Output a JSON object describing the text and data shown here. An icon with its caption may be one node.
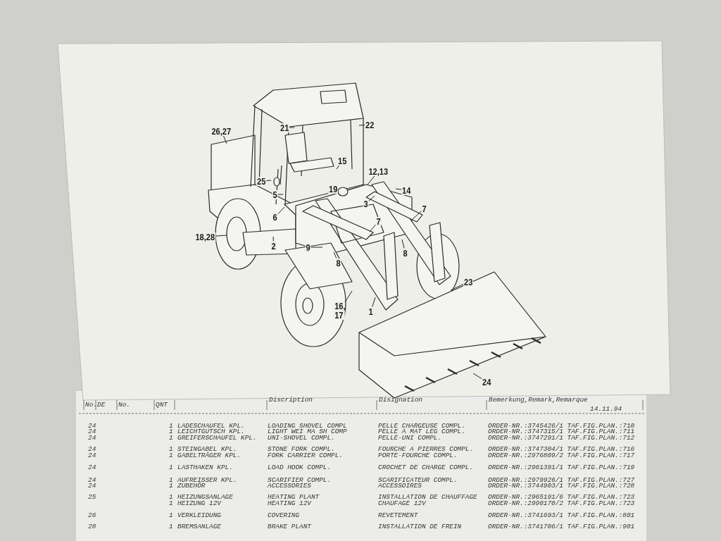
{
  "diagram": {
    "nodes": [
      {
        "text": [
          "26,27"
        ]
      },
      {
        "text": [
          "21"
        ]
      },
      {
        "text": [
          "22"
        ]
      },
      {
        "text": [
          "15"
        ]
      },
      {
        "text": [
          "12,13"
        ]
      },
      {
        "text": [
          "25"
        ]
      },
      {
        "text": [
          "19"
        ]
      },
      {
        "text": [
          "14"
        ]
      },
      {
        "text": [
          "5"
        ]
      },
      {
        "text": [
          "3"
        ]
      },
      {
        "text": [
          "7"
        ]
      },
      {
        "text": [
          "6"
        ]
      },
      {
        "text": [
          "7"
        ]
      },
      {
        "text": [
          "18,28"
        ]
      },
      {
        "text": [
          "2"
        ]
      },
      {
        "text": [
          "9"
        ]
      },
      {
        "text": [
          "8"
        ]
      },
      {
        "text": [
          "8"
        ]
      },
      {
        "text": [
          "23"
        ]
      },
      {
        "text": [
          "16, 17"
        ]
      },
      {
        "text": [
          "1"
        ]
      },
      {
        "text": [
          "24"
        ]
      }
    ],
    "edges": [
      {
        "from": 0,
        "to": null,
        "arrow": "none"
      },
      {
        "from": 1,
        "to": null,
        "arrow": "none"
      },
      {
        "from": 2,
        "to": null,
        "arrow": "none"
      },
      {
        "from": 3,
        "to": null,
        "arrow": "none"
      },
      {
        "from": 4,
        "to": null,
        "arrow": "none"
      },
      {
        "from": 5,
        "to": null,
        "arrow": "none"
      },
      {
        "from": 6,
        "to": null,
        "arrow": "none"
      },
      {
        "from": 7,
        "to": null,
        "arrow": "none"
      },
      {
        "from": 8,
        "to": null,
        "arrow": "none"
      },
      {
        "from": 9,
        "to": null,
        "arrow": "none"
      },
      {
        "from": 10,
        "to": null,
        "arrow": "none"
      },
      {
        "from": 11,
        "to": null,
        "arrow": "none"
      },
      {
        "from": 12,
        "to": null,
        "arrow": "none"
      },
      {
        "from": 13,
        "to": null,
        "arrow": "none"
      },
      {
        "from": 14,
        "to": null,
        "arrow": "none"
      },
      {
        "from": 15,
        "to": null,
        "arrow": "none"
      },
      {
        "from": 16,
        "to": null,
        "arrow": "none"
      },
      {
        "from": 17,
        "to": null,
        "arrow": "none"
      },
      {
        "from": 18,
        "to": null,
        "arrow": "none"
      },
      {
        "from": 19,
        "to": null,
        "arrow": "none"
      },
      {
        "from": 20,
        "to": null,
        "arrow": "none"
      },
      {
        "from": 21,
        "to": null,
        "arrow": "none"
      }
    ],
    "labels": [
      "No.",
      "DE",
      "No.",
      "QNT",
      "Discription",
      "Disignation",
      "Bemerkung,Remark,Remarque",
      "14.11.94",
      "24",
      "1",
      "LADESCHAUFEL KPL.",
      "LOADING SHOVEL COMPL",
      "PELLE CHARGEUSE COMPL.",
      "ORDER-NR.:3745426/1 TAF.FIG.PLAN.:710",
      "24",
      "1",
      "LEICHTGUTSCH KPL.",
      "LIGHT WEI MA SH COMP",
      "PELLE A MAT LEG COMPL.",
      "ORDER-NR.:3747315/1 TAF.FIG.PLAN.:711",
      "24",
      "1",
      "GREIFERSCHAUFEL KPL.",
      "UNI-SHOVEL COMPL.",
      "PELLE-UNI COMPL.",
      "ORDER-NR.:3747291/1 TAF.FIG.PLAN.:712",
      "24",
      "1",
      "STEINGABEL KPL.",
      "STONE FORK COMPL.",
      "FOURCHE A PIERRES COMPL.",
      "ORDER-NR.:3747304/1 TAF.FIG.PLAN.:716",
      "24",
      "1",
      "GABELTRÄGER KPL.",
      "FORK CARRIER COMPL.",
      "PORTE-FOURCHE COMPL.",
      "ORDER-NR.:2976809/2 TAF.FIG.PLAN.:717",
      "24",
      "1",
      "LASTHAKEN KPL.",
      "LOAD HOOK COMPL.",
      "CROCHET DE CHARGE COMPL.",
      "ORDER-NR.:2961391/1 TAF.FIG.PLAN.:719",
      "24",
      "1",
      "AUFREISSER KPL.",
      "SCARIFIER COMPL.",
      "SCARIFICATEUR COMPL.",
      "ORDER-NR.:2979926/1 TAF.FIG.PLAN.:727",
      "24",
      "1",
      "ZUBEHÖR",
      "ACCESSORIES",
      "ACCESSOIRES",
      "ORDER-NR.:3744903/1 TAF.FIG.PLAN.:728",
      "25",
      "1",
      "HEIZUNGSANLAGE",
      "HEATING PLANT",
      "INSTALLATION DE CHAUFFAGE",
      "ORDER-NR.:2965191/6 TAF.FIG.PLAN.:723",
      "1",
      "HEIZUNG 12V",
      "HEATING 12V",
      "CHAUFAGE 12V",
      "ORDER-NR.:2990170/2 TAF.FIG.PLAN.:723",
      "26",
      "1",
      "VERKLEIDUNG",
      "COVERING",
      "REVETEMENT",
      "ORDER-NR.:3741693/1 TAF.FIG.PLAN.:801",
      "28",
      "1",
      "BREMSANLAGE",
      "BRAKE PLANT",
      "INSTALLATION DE FREIN",
      "ORDER-NR.:3741706/1 TAF.FIG.PLAN.:901"
    ]
  }
}
